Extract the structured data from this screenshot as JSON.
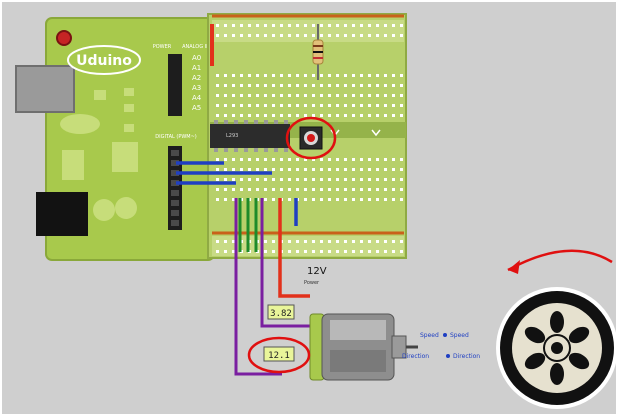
{
  "board": {
    "brand": "Uduino",
    "header_power": "POWER",
    "header_analog": "ANALOG IN",
    "header_digital": "DIGITAL (PWM~)",
    "analog_pins": [
      "A0",
      "A1",
      "A2",
      "A3",
      "A4",
      "A5"
    ]
  },
  "breadboard": {
    "chip_label": "L293"
  },
  "labels": {
    "supply_voltage": "12V",
    "supply_sub": "Power",
    "speed_readout": "3.82",
    "direction_readout": "12.1",
    "speed_port_left": "Speed",
    "speed_port_right": "Speed",
    "direction_port_left": "Direction",
    "direction_port_right": "Direction"
  },
  "colors": {
    "background": "#cfcfcf",
    "board": "#a8c94c",
    "breadboard": "#b7d06a",
    "wire_blue": "#1f3fc2",
    "wire_green": "#1e8b2a",
    "wire_purple": "#7a1fa0",
    "wire_red": "#e2311b",
    "annotation_red": "#e01010",
    "readout_fill": "#e9f59a"
  },
  "icons": {
    "curved_arrow": "curved-arrow-icon",
    "wheel": "wheel-icon",
    "motor": "dc-motor-icon",
    "button": "push-button-icon"
  }
}
